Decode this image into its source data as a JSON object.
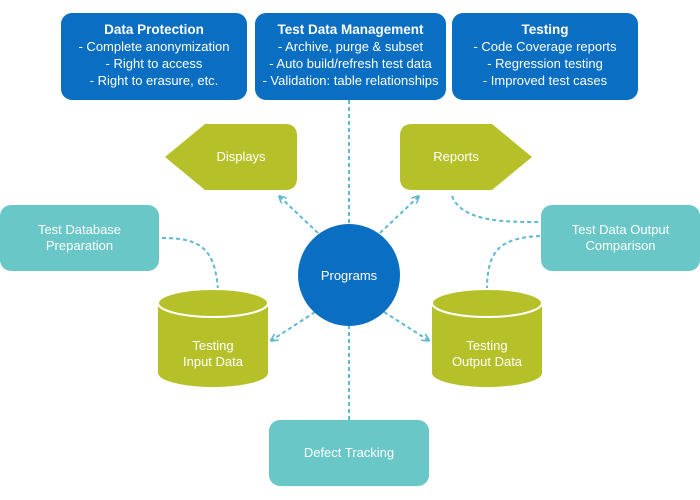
{
  "top_boxes": [
    {
      "title": "Data Protection",
      "lines": [
        "- Complete anonymization",
        "- Right to access",
        "- Right to erasure, etc."
      ]
    },
    {
      "title": "Test Data Management",
      "lines": [
        "- Archive, purge & subset",
        "- Auto build/refresh test data",
        "- Validation: table relationships"
      ]
    },
    {
      "title": "Testing",
      "lines": [
        "- Code Coverage reports",
        "- Regression testing",
        "- Improved test cases"
      ]
    }
  ],
  "center": {
    "label": "Programs"
  },
  "displays": {
    "label": "Displays"
  },
  "reports": {
    "label": "Reports"
  },
  "test_db_prep": {
    "lines": [
      "Test Database",
      "Preparation"
    ]
  },
  "output_comparison": {
    "lines": [
      "Test Data Output",
      "Comparison"
    ]
  },
  "input_data": {
    "lines": [
      "Testing",
      "Input Data"
    ]
  },
  "output_data": {
    "lines": [
      "Testing",
      "Output Data"
    ]
  },
  "defect_tracking": {
    "label": "Defect Tracking"
  },
  "colors": {
    "blue": "#0a6fc2",
    "lime": "#b6c12a",
    "teal": "#69c7c8",
    "center": "#0a6fc2",
    "connector": "#5fb9d0"
  }
}
